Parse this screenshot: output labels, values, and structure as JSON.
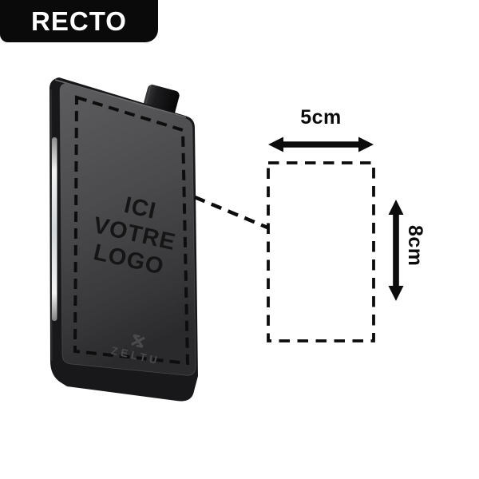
{
  "recto_label": {
    "text": "RECTO"
  },
  "device": {
    "logo_placeholder_lines": [
      "ICI",
      "VOTRE",
      "LOGO"
    ],
    "brand_wordmark": "ZELTU",
    "brand_glyph": "zeltu-monogram-icon"
  },
  "print_area": {
    "width_label": "5cm",
    "height_label": "8cm"
  },
  "colors": {
    "label_bg": "#0a0a0a",
    "label_text": "#ffffff",
    "diagram_ink": "#0c0c0d",
    "device_body": "#18181a",
    "device_face_top": "#5d5d5f",
    "device_face_bottom": "#2a2a2c",
    "brand_text": "#4a4a4d",
    "window_white": "#ffffff"
  }
}
